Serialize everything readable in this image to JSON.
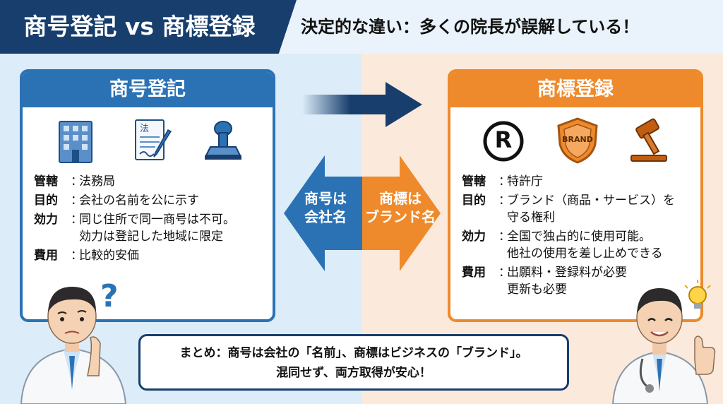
{
  "header": {
    "title": "商号登記 vs 商標登録",
    "subtitle": "決定的な違い：多くの院長が誤解している！"
  },
  "left_panel": {
    "heading": "商号登記",
    "icons": [
      "office-building-icon",
      "document-pen-icon",
      "seal-stamp-icon"
    ],
    "rows": [
      {
        "key": "管轄",
        "lines": [
          "法務局"
        ]
      },
      {
        "key": "目的",
        "lines": [
          "会社の名前を公に示す"
        ]
      },
      {
        "key": "効力",
        "lines": [
          "同じ住所で同一商号は不可。",
          "効力は登記した地域に限定"
        ]
      },
      {
        "key": "費用",
        "lines": [
          "比較的安価"
        ]
      }
    ]
  },
  "right_panel": {
    "heading": "商標登録",
    "icons": [
      "registered-mark-icon",
      "brand-shield-icon",
      "gavel-icon"
    ],
    "brand_label": "BRAND",
    "registered_symbol": "R",
    "rows": [
      {
        "key": "管轄",
        "lines": [
          "特許庁"
        ]
      },
      {
        "key": "目的",
        "lines": [
          "ブランド（商品・サービス）を",
          "守る権利"
        ]
      },
      {
        "key": "効力",
        "lines": [
          "全国で独占的に使用可能。",
          "他社の使用を差し止めできる"
        ]
      },
      {
        "key": "費用",
        "lines": [
          "出願料・登録料が必要",
          "更新も必要"
        ]
      }
    ]
  },
  "center": {
    "left_label": [
      "商号は",
      "会社名"
    ],
    "right_label": [
      "商標は",
      "ブランド名"
    ]
  },
  "question_mark": "?",
  "summary": {
    "line1": "まとめ：商号は会社の「名前」、商標はビジネスの「ブランド」。",
    "line2": "混同せず、両方取得が安心！"
  },
  "colors": {
    "navy": "#173e6d",
    "blue": "#2b72b5",
    "orange": "#ee8a2c",
    "left_bg": "#dcecf8",
    "right_bg": "#fbeadb"
  }
}
